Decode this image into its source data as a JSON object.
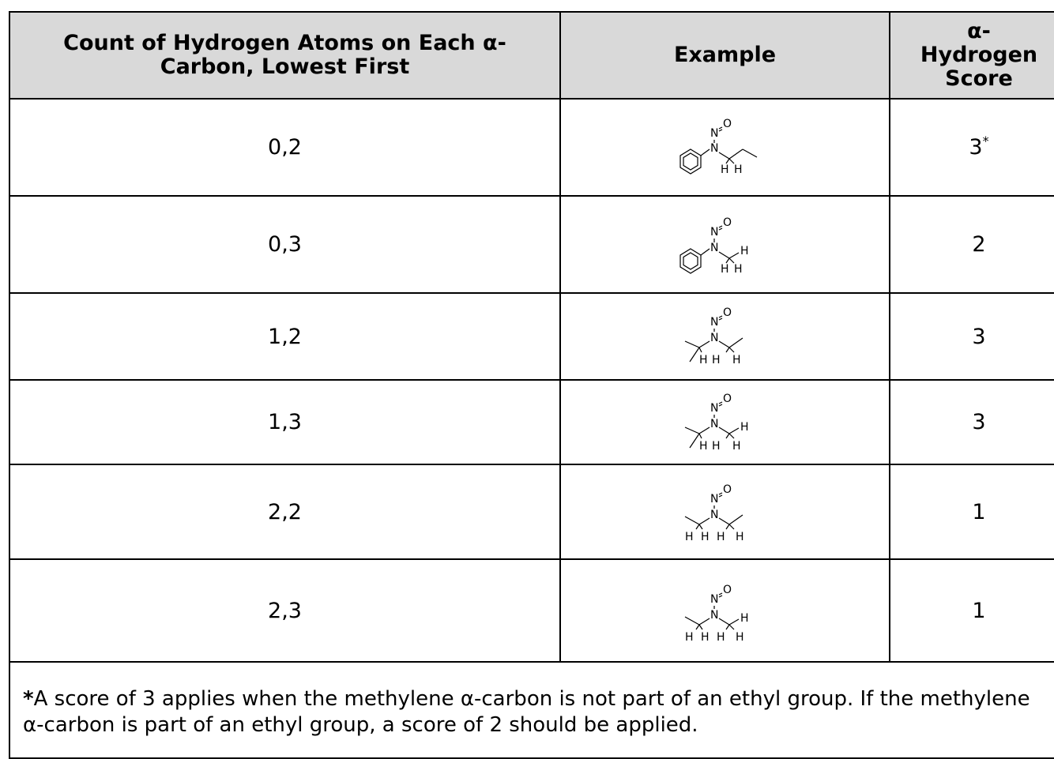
{
  "headers": {
    "col1": "Count of Hydrogen Atoms on Each α-Carbon, Lowest First",
    "col2": "Example",
    "col3": "α-Hydrogen Score"
  },
  "rows": [
    {
      "count": "0,2",
      "score": "3",
      "score_mark": "*"
    },
    {
      "count": "0,3",
      "score": "2",
      "score_mark": ""
    },
    {
      "count": "1,2",
      "score": "3",
      "score_mark": ""
    },
    {
      "count": "1,3",
      "score": "3",
      "score_mark": ""
    },
    {
      "count": "2,2",
      "score": "1",
      "score_mark": ""
    },
    {
      "count": "2,3",
      "score": "1",
      "score_mark": ""
    }
  ],
  "atom_labels": {
    "nitrogen": "N",
    "oxygen": "O",
    "hydrogen": "H"
  },
  "footnote": {
    "mark": "*",
    "text": "A score of 3 applies when the methylene α-carbon is not part of an ethyl group. If the methylene α-carbon is part of an ethyl group, a score of 2 should be applied."
  }
}
